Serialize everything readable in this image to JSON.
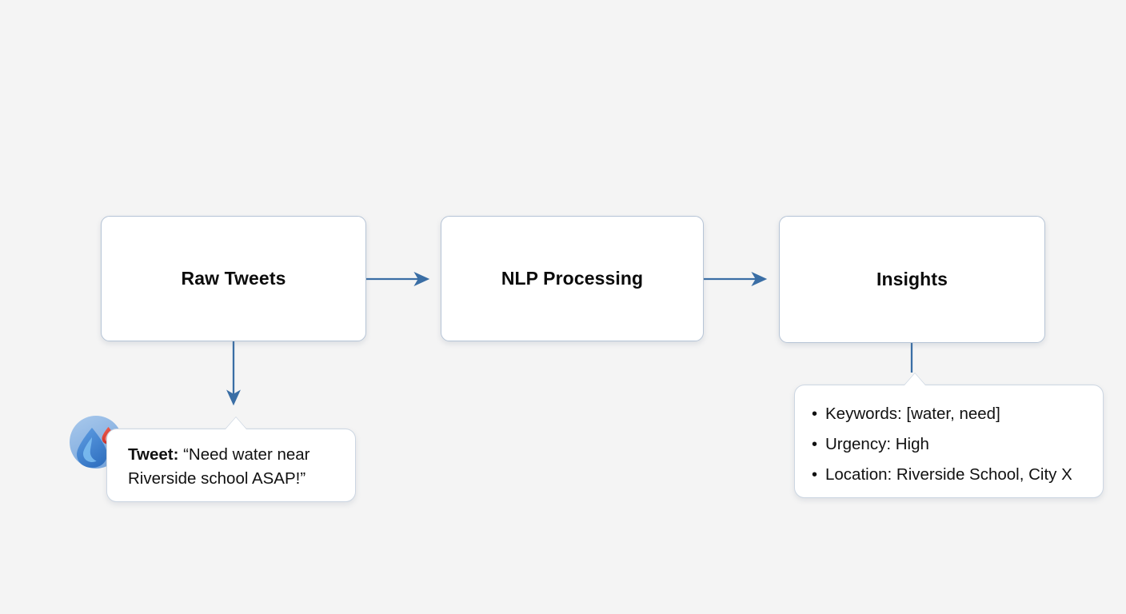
{
  "diagram": {
    "title": "Raw Tweets to Insights NLP pipeline",
    "background_color": "#f4f4f4",
    "accent_color": "#3a6ea5",
    "border_color": "#b6c4d6",
    "nodes": [
      {
        "id": "raw-tweets",
        "label": "Raw Tweets"
      },
      {
        "id": "nlp-processing",
        "label": "NLP Processing"
      },
      {
        "id": "insights",
        "label": "Insights"
      }
    ],
    "arrows": [
      {
        "from": "raw-tweets",
        "to": "nlp-processing",
        "direction": "right",
        "arrowhead": true
      },
      {
        "from": "nlp-processing",
        "to": "insights",
        "direction": "right",
        "arrowhead": true
      },
      {
        "from": "raw-tweets",
        "to": "tweet-callout",
        "direction": "down",
        "arrowhead": true
      },
      {
        "from": "insights",
        "to": "insights-callout",
        "direction": "down",
        "arrowhead": false
      }
    ],
    "tweet_callout": {
      "icon": "water-drop-icon",
      "label": "Tweet:",
      "quote": "“Need water near Riverside school ASAP!”",
      "line1": "“Need water near",
      "line2": "Riverside school ASAP!”"
    },
    "insights_callout": {
      "items": [
        "Keywords: [water, need]",
        "Urgency: High",
        "Location: Riverside School, City X"
      ]
    }
  }
}
